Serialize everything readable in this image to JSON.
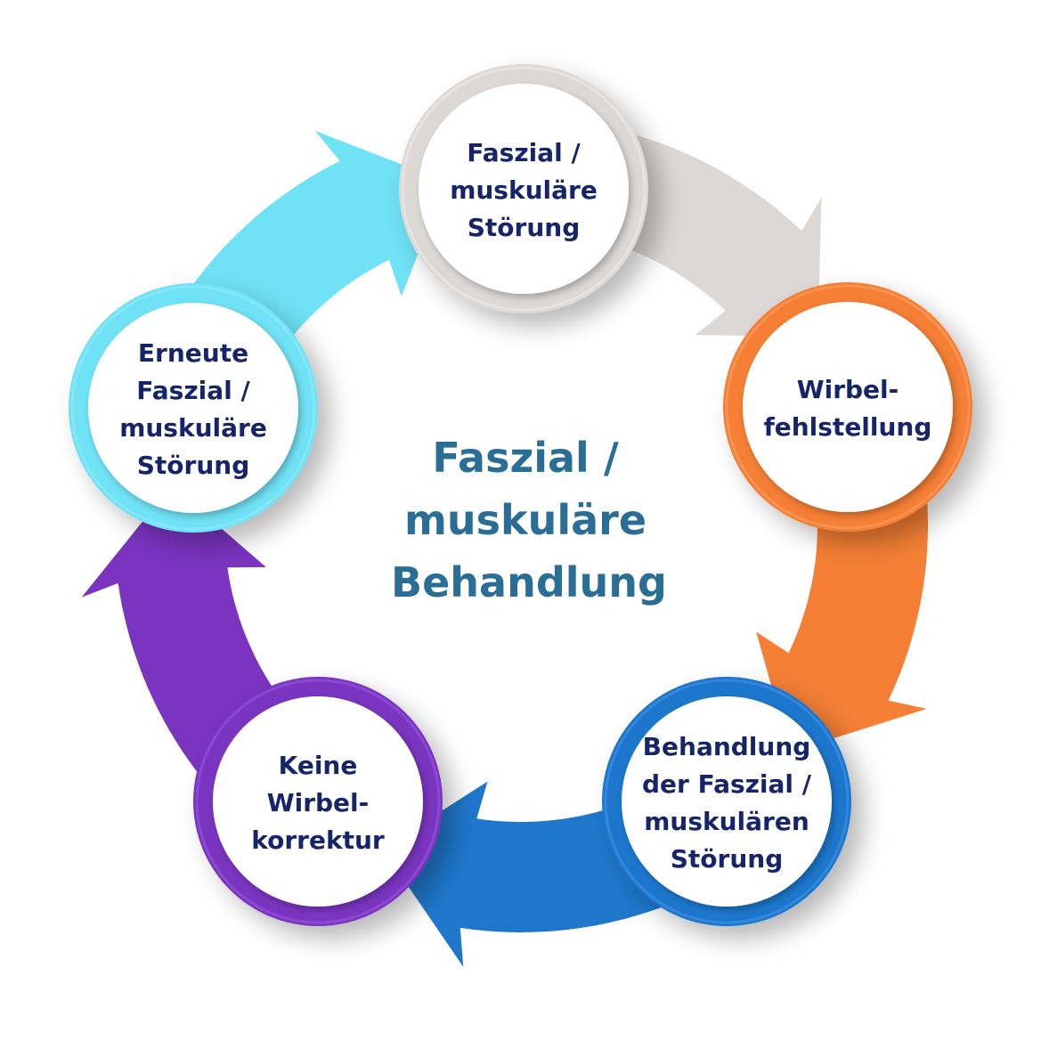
{
  "diagram": {
    "type": "cycle",
    "center_label": [
      "Faszial /",
      "muskuläre",
      "Behandlung"
    ],
    "nodes": [
      {
        "id": "faszial-muskulaere-stoerung",
        "lines": [
          "Faszial /",
          "muskuläre",
          "Störung"
        ],
        "color": "#dcd8d5",
        "ring_light": "#ebe8e6"
      },
      {
        "id": "wirbelfehlstellung",
        "lines": [
          "Wirbel-",
          "fehlstellung"
        ],
        "color": "#f47f35",
        "ring_light": "#f99a5a"
      },
      {
        "id": "behandlung-faszial-muskulaeren-stoerung",
        "lines": [
          "Behandlung",
          "der Faszial /",
          "muskulären",
          "Störung"
        ],
        "color": "#1f77cc",
        "ring_light": "#3d8fe0"
      },
      {
        "id": "keine-wirbelkorrektur",
        "lines": [
          "Keine",
          "Wirbel-",
          "korrektur"
        ],
        "color": "#7a34c0",
        "ring_light": "#9650d8"
      },
      {
        "id": "erneute-faszial-muskulaere-stoerung",
        "lines": [
          "Erneute",
          "Faszial /",
          "muskuläre",
          "Störung"
        ],
        "color": "#6fe2f5",
        "ring_light": "#8ceaf8"
      }
    ],
    "edges": [
      {
        "from": 0,
        "to": 1
      },
      {
        "from": 1,
        "to": 2
      },
      {
        "from": 2,
        "to": 3
      },
      {
        "from": 3,
        "to": 4
      },
      {
        "from": 4,
        "to": 0
      }
    ],
    "text_color": "#16256a",
    "center_text_color": "#2a6e96"
  }
}
